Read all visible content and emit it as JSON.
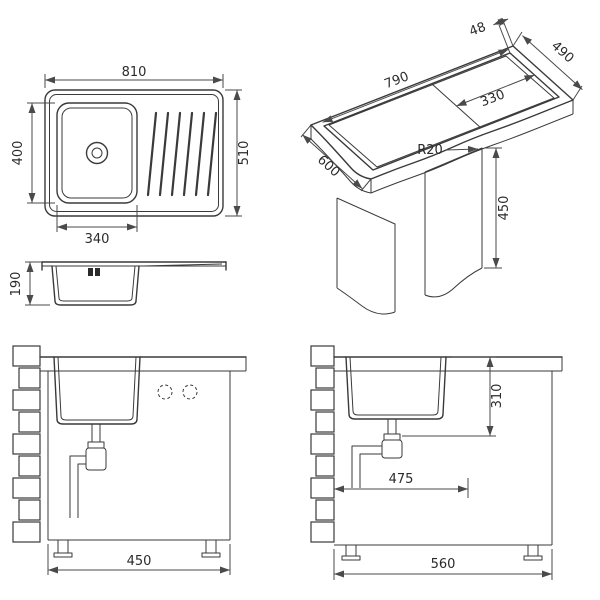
{
  "drawing": {
    "background_color": "#ffffff",
    "line_color": "#3a3a3a",
    "top_view": {
      "overall_width": "810",
      "overall_depth": "510",
      "bowl_depth": "400",
      "bowl_width": "340"
    },
    "perspective_view": {
      "edge_offset": "48",
      "cutout_depth": "490",
      "cutout_length": "790",
      "bowl_cutout_width": "330",
      "corner_radius": "R20",
      "worktop_depth": "600",
      "panel_height": "450"
    },
    "profile_view": {
      "sink_height": "190"
    },
    "front_install_view": {
      "cabinet_width": "450"
    },
    "side_install_view": {
      "drain_height": "310",
      "drain_offset": "475",
      "cabinet_depth": "560"
    }
  }
}
